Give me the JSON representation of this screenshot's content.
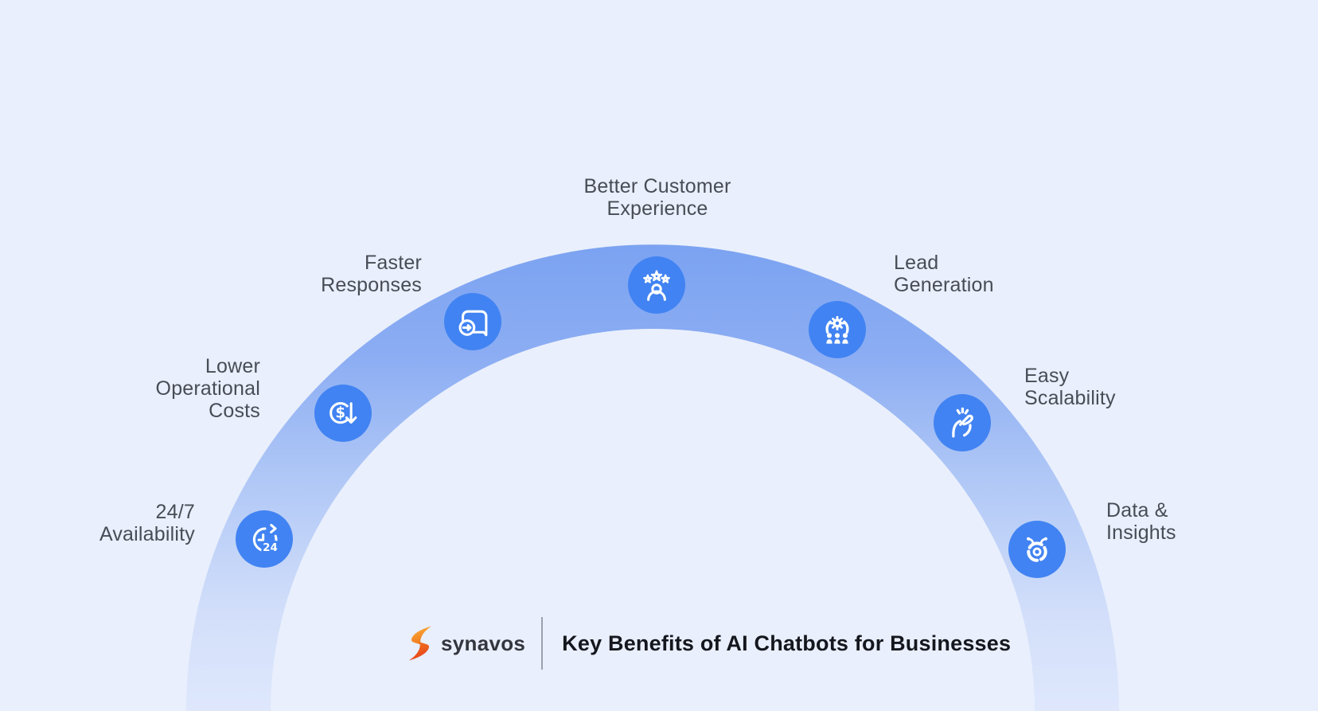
{
  "footer": {
    "brand": "synavos",
    "title": "Key Benefits of AI Chatbots for Businesses"
  },
  "benefits": [
    {
      "id": "availability",
      "label": "24/7\nAvailability",
      "icon": "clock-24-icon"
    },
    {
      "id": "lower-costs",
      "label": "Lower\nOperational\nCosts",
      "icon": "dollar-down-icon"
    },
    {
      "id": "faster-responses",
      "label": "Faster\nResponses",
      "icon": "quick-reply-icon"
    },
    {
      "id": "customer-experience",
      "label": "Better Customer\nExperience",
      "icon": "customer-rating-icon"
    },
    {
      "id": "lead-generation",
      "label": "Lead\nGeneration",
      "icon": "lead-generation-icon"
    },
    {
      "id": "easy-scalability",
      "label": "Easy\nScalability",
      "icon": "snap-fingers-icon"
    },
    {
      "id": "data-insights",
      "label": "Data &\nInsights",
      "icon": "donut-insights-icon"
    }
  ],
  "colors": {
    "background": "#E9EFFC",
    "band_top": "#7AA2F1",
    "band_bottom": "#DEE7FC",
    "icon_circle": "#4183F2",
    "icon_glyph": "#FFFFFF",
    "label_text": "#484C55",
    "title_text": "#15171E",
    "brand_text": "#33363E",
    "divider": "#9BA2AE",
    "logo_orange": "#FBB03B",
    "logo_red": "#E8441C"
  }
}
